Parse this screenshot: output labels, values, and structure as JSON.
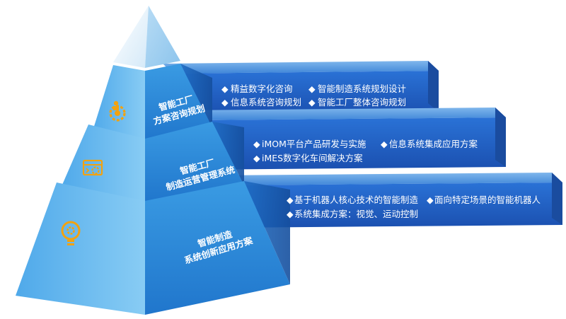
{
  "tiers": [
    {
      "label_line1": "智能工厂",
      "label_line2": "方案咨询规划",
      "icon": "gear-person-icon",
      "items": [
        "精益数字化咨询",
        "智能制造系统规划设计",
        "信息系统咨询规划",
        "智能工厂整体咨询规划"
      ]
    },
    {
      "label_line1": "智能工厂",
      "label_line2": "制造运营管理系统",
      "icon": "browser-gear-icon",
      "items": [
        "iMOM平台产品研发与实施",
        "信息系统集成应用方案",
        "iMES数字化车间解决方案"
      ]
    },
    {
      "label_line1": "智能制造",
      "label_line2": "系统创新应用方案",
      "icon": "lightbulb-gear-icon",
      "items": [
        "基于机器人核心技术的智能制造",
        "面向特定场景的智能机器人",
        "系统集成方案：视觉、运动控制"
      ]
    }
  ],
  "bullet": "◆",
  "colors": {
    "bar": "#1f5fc2",
    "bar_dark": "#173f8e",
    "pyramid_light": "#7cc4f2",
    "pyramid_mid": "#2b8fdc",
    "pyramid_dark": "#1a62b8",
    "icon": "#f2a20f"
  }
}
